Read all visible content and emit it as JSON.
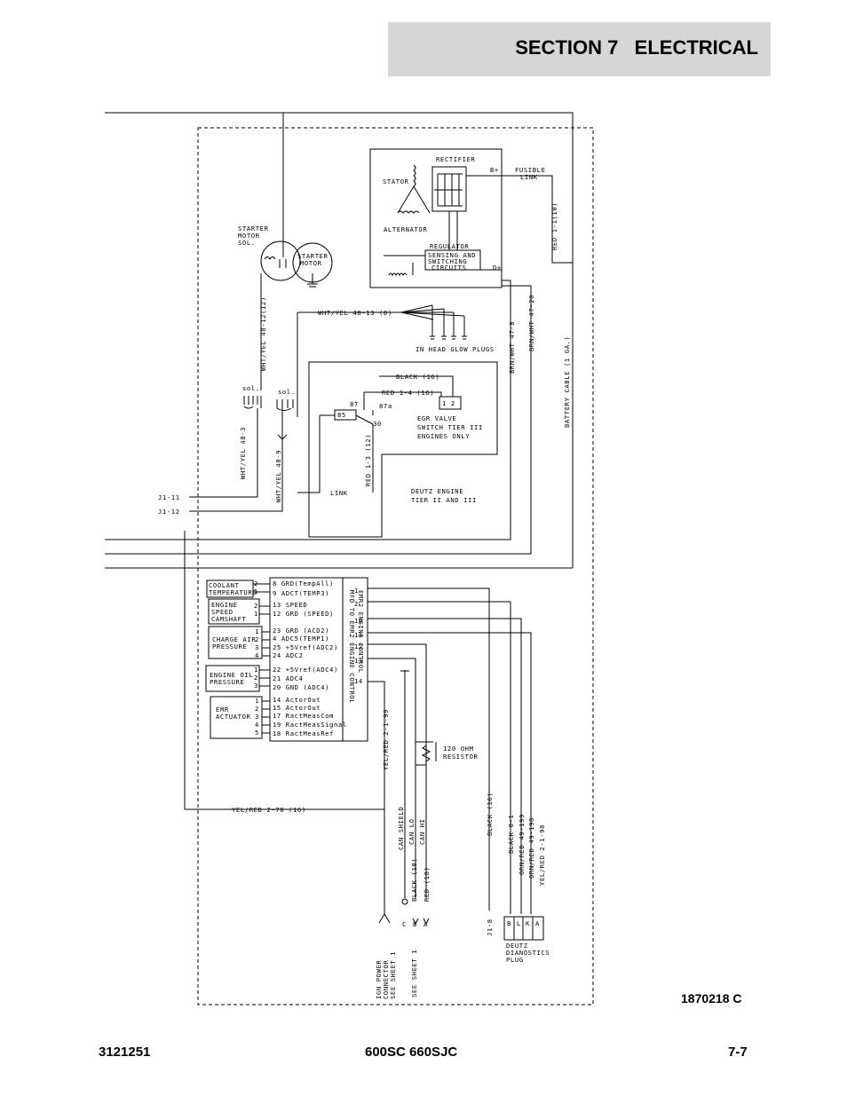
{
  "header": {
    "title": "SECTION 7   ELECTRICAL"
  },
  "footer": {
    "left": "3121251",
    "center": "600SC 660SJC",
    "right": "7-7"
  },
  "drawing_number": "1870218 C",
  "labels": {
    "rectifier": "RECTIFIER",
    "stator": "STATOR",
    "b_plus": "B+",
    "fusible_link_1": "FUSIBLE",
    "fusible_link_2": "LINK",
    "alternator": "ALTERNATOR",
    "regulator": "REGULATOR",
    "sensing_1": "SENSING AND",
    "sensing_2": "SWITCHING",
    "sensing_3": "CIRCUITS",
    "d_plus": "D+",
    "red_1_1": "RED 1-1(10)",
    "starter_sol_1": "STARTER",
    "starter_sol_2": "MOTOR",
    "starter_sol_3": "SOL.",
    "starter_motor_1": "STARTER",
    "starter_motor_2": "MOTOR",
    "wht_yel_48_12": "WHT/YEL 48-12(12)",
    "wht_yel_48_13": "WHT/YEL 48-13 (8)",
    "glow_plugs": "IN HEAD GLOW PLUGS",
    "brn_wht_47_8": "BRN/WHT 47-8",
    "brn_wht_47_20": "BRN/WHT 47-20",
    "battery_cable": "BATTERY CABLE (1 GA.)",
    "black_16_a": "BLACK (16)",
    "red_1_4": "RED 1-4 (16)",
    "sol_1": "sol.",
    "sol_2": "sol.",
    "relay_87": "87",
    "relay_87a": "87a",
    "relay_85": "85",
    "relay_30": "30",
    "egr_1": "EGR VALVE",
    "egr_2": "SWITCH TIER III",
    "egr_3": "ENGINES ONLY",
    "egr_plug": "1  2",
    "wht_yel_48_3": "WHT/YEL 48-3",
    "wht_yel_48_9": "WHT/YEL 48-9",
    "red_1_3": "RED 1-3 (12)",
    "link": "LINK",
    "deutz_1": "DEUTZ ENGINE",
    "deutz_2": "TIER II AND III",
    "j1_11": "J1-11",
    "j1_12": "J1-12",
    "ecu_title_1": "EMR2 ENGINE CONTROL",
    "ecu_title_2": "MFD TO EMR2 ENGINE CONTROL",
    "coolant_1": "COOLANT",
    "coolant_2": "TEMPERATURE",
    "speed_1": "ENGINE",
    "speed_2": "SPEED",
    "speed_3": "CAMSHAFT",
    "charge_1": "CHARGE AIR",
    "charge_2": "PRESSURE",
    "oil_1": "ENGINE OIL",
    "oil_2": "PRESSURE",
    "emr_1": "EMR",
    "emr_2": "ACTUATOR",
    "resistor_1": "120 OHM",
    "resistor_2": "RESISTOR",
    "yel_red_2_1_99": "YEL/RED 2-1-99",
    "yel_red_2_70": "YEL/RED 2-70 (16)",
    "can_shield": "CAN SHIELD",
    "can_lo": "CAN LO",
    "can_hi": "CAN HI",
    "black_18": "BLACK (18)",
    "red_18": "RED (18)",
    "black_16_b": "BLACK (16)",
    "black_0_1": "BLACK 0-1",
    "orn_red_49_199": "ORN/RED 49-199",
    "orn_red_49_198": "ORN/RED 49-198",
    "yel_red_2_1_98": "YEL/RED 2-1-98",
    "j1_8": "J1-8",
    "deutz_diag_1": "DEUTZ",
    "deutz_diag_2": "DIANOSTICS",
    "deutz_diag_3": "PLUG",
    "ign_1": "IGN POWER",
    "ign_2": "CONNECTOR",
    "ign_3": "SEE SHEET 1",
    "see_sheet": "SEE SHEET 1",
    "conn_c": "C",
    "conn_b": "B",
    "conn_a": "A"
  },
  "diag_plug_pins": [
    "B",
    "L",
    "K",
    "A"
  ],
  "ecu_left_pins": [
    "8 GRD(TempAll)",
    "9 ADCT(TEMP3)",
    "13 SPEED",
    "12 GRD (SPEED)",
    "23 GRD (ACD2)",
    "4 ADC5(TEMP1)",
    "25 +5Vref(ADC2)",
    "24 ADC2",
    "22 +5Vref(ADC4)",
    "21 ADC4",
    "20 GND (ADC4)",
    "14 ActorOut",
    "15 ActorOut",
    "17 RactMeasCom",
    "19 RactMeasSignal",
    "18 RactMeasRef"
  ],
  "ecu_right_pins": [
    "1",
    "2",
    "10",
    "11",
    "12",
    "13",
    "14"
  ],
  "sensor_pins": {
    "coolant": [
      "2",
      "1"
    ],
    "speed": [
      "2",
      "1"
    ],
    "charge": [
      "1",
      "2",
      "3",
      "4"
    ],
    "oil": [
      "1",
      "2",
      "3"
    ],
    "emr": [
      "1",
      "2",
      "3",
      "4",
      "5"
    ]
  }
}
